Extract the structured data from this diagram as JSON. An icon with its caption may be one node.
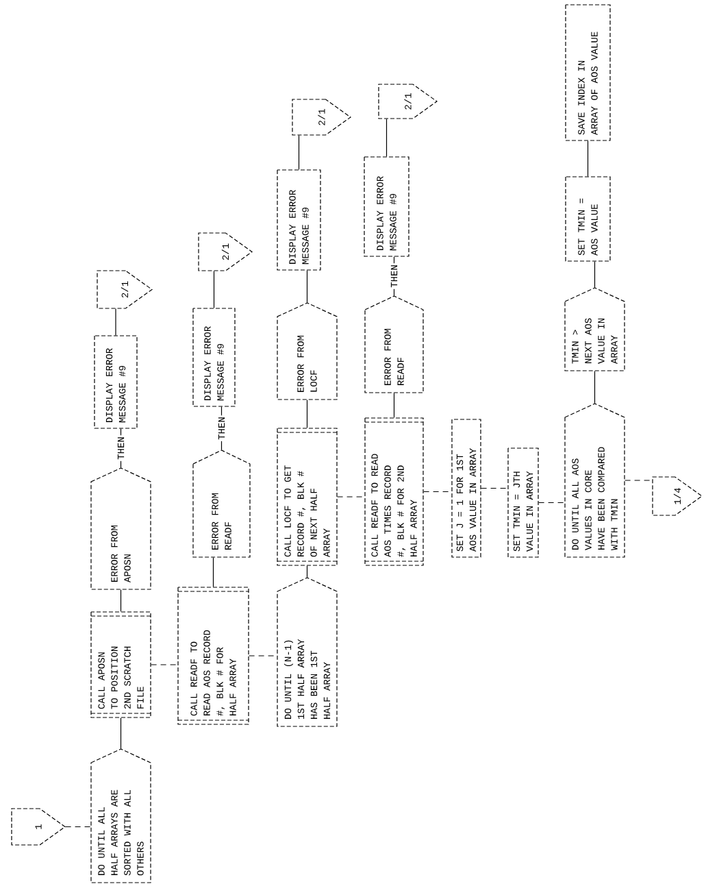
{
  "diagram": {
    "nodes": [
      {
        "text": [
          "1"
        ]
      },
      {
        "text": [
          "DO UNTIL ALL HALF ARRAYS ARE SORTED WITH ALL OTHERS"
        ]
      },
      {
        "text": [
          "CALL APOSN TO POSITION 2ND SCRATCH FILE"
        ]
      },
      {
        "text": [
          "ERROR FROM APOSN"
        ]
      },
      {
        "text": [
          "DISPLAY ERROR MESSAGE #9"
        ]
      },
      {
        "text": [
          "2/1"
        ]
      },
      {
        "text": [
          "CALL READF TO READ AOS RECORD #, BLK # FOR HALF ARRAY"
        ]
      },
      {
        "text": [
          "ERROR FROM READF"
        ]
      },
      {
        "text": [
          "DISPLAY ERROR MESSAGE #9"
        ]
      },
      {
        "text": [
          "2/1"
        ]
      },
      {
        "text": [
          "DO UNTIL (N-1) 1ST HALF ARRAY HAS BEEN 1ST HALF ARRAY"
        ]
      },
      {
        "text": [
          "CALL LOCF TO GET RECORD #, BLK # OF NEXT HALF ARRAY"
        ]
      },
      {
        "text": [
          "ERROR FROM LOCF"
        ]
      },
      {
        "text": [
          "DISPLAY ERROR MESSAGE #9"
        ]
      },
      {
        "text": [
          "2/1"
        ]
      },
      {
        "text": [
          "CALL READF TO READ AOS TIMES RECORD #, BLK # FOR 2ND HALF ARRAY"
        ]
      },
      {
        "text": [
          "ERROR FROM READF"
        ]
      },
      {
        "text": [
          "DISPLAY ERROR MESSAGE #9"
        ]
      },
      {
        "text": [
          "2/1"
        ]
      },
      {
        "text": [
          "SET J = 1 FOR 1ST AOS VALUE IN ARRAY"
        ]
      },
      {
        "text": [
          "SET TMIN = JTH VALUE IN ARRAY"
        ]
      },
      {
        "text": [
          "DO UNTIL ALL AOS VALUES IN CORE HAVE BEEN COMPARED WITH TMIN"
        ]
      },
      {
        "text": [
          "1/4"
        ]
      },
      {
        "text": [
          "TMIN > NEXT AOS VALUE IN ARRAY"
        ]
      },
      {
        "text": [
          "SET TMIN = AOS VALUE"
        ]
      },
      {
        "text": [
          "SAVE INDEX IN ARRAY OF AOS VALUE"
        ]
      }
    ],
    "edges": [
      {
        "from": 0,
        "to": 1,
        "arrow": "none",
        "style": "dashed"
      },
      {
        "from": 1,
        "to": 2,
        "arrow": "none"
      },
      {
        "from": 2,
        "to": 3,
        "arrow": "none"
      },
      {
        "from": 3,
        "to": 4,
        "arrow": "none",
        "label": "THEN"
      },
      {
        "from": 4,
        "to": 5,
        "arrow": "none"
      },
      {
        "from": 2,
        "to": 6,
        "arrow": "none",
        "style": "dashed"
      },
      {
        "from": 6,
        "to": 7,
        "arrow": "none"
      },
      {
        "from": 7,
        "to": 8,
        "arrow": "none",
        "label": "THEN"
      },
      {
        "from": 8,
        "to": 9,
        "arrow": "none"
      },
      {
        "from": 6,
        "to": 10,
        "arrow": "none",
        "style": "dashed"
      },
      {
        "from": 10,
        "to": 11,
        "arrow": "none"
      },
      {
        "from": 11,
        "to": 12,
        "arrow": "none"
      },
      {
        "from": 12,
        "to": 13,
        "arrow": "none"
      },
      {
        "from": 13,
        "to": 14,
        "arrow": "none"
      },
      {
        "from": 11,
        "to": 15,
        "arrow": "none",
        "style": "dashed"
      },
      {
        "from": 15,
        "to": 16,
        "arrow": "none"
      },
      {
        "from": 16,
        "to": 17,
        "arrow": "none",
        "label": "THEN"
      },
      {
        "from": 17,
        "to": 18,
        "arrow": "none"
      },
      {
        "from": 15,
        "to": 19,
        "arrow": "none",
        "style": "dashed"
      },
      {
        "from": 19,
        "to": 20,
        "arrow": "none",
        "style": "dashed"
      },
      {
        "from": 20,
        "to": 21,
        "arrow": "none",
        "style": "dashed"
      },
      {
        "from": 21,
        "to": 22,
        "arrow": "none",
        "style": "dashed"
      },
      {
        "from": 21,
        "to": 23,
        "arrow": "none"
      },
      {
        "from": 23,
        "to": 24,
        "arrow": "none"
      },
      {
        "from": 24,
        "to": 25,
        "arrow": "none"
      }
    ]
  }
}
